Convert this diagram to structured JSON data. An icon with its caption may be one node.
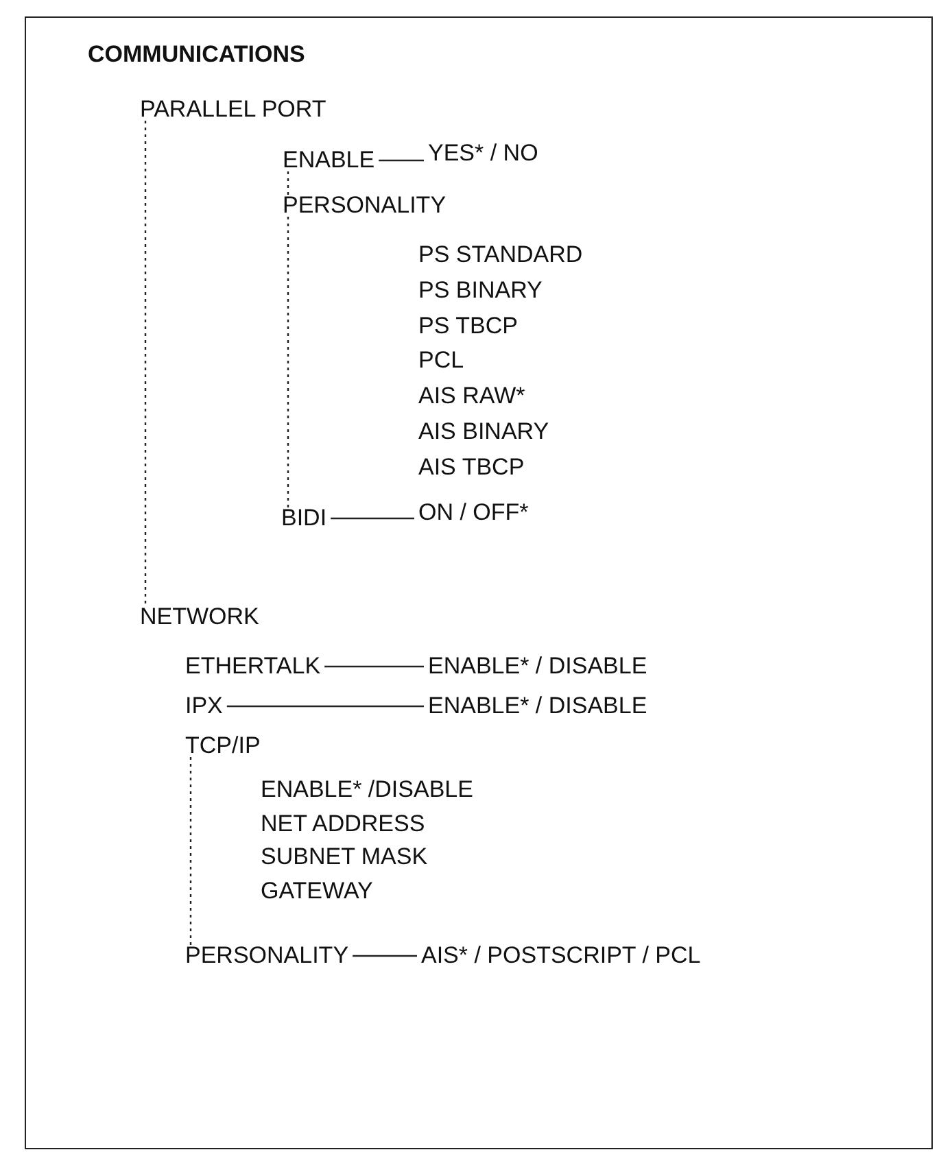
{
  "diagram": {
    "title": "COMMUNICATIONS",
    "nodes": [
      {
        "text": [
          "PARALLEL PORT"
        ]
      },
      {
        "text": [
          "ENABLE"
        ]
      },
      {
        "text": [
          "YES* / NO"
        ]
      },
      {
        "text": [
          "PERSONALITY"
        ]
      },
      {
        "text": [
          "BIDI"
        ]
      },
      {
        "text": [
          "ON / OFF*"
        ]
      },
      {
        "text": [
          "NETWORK"
        ]
      },
      {
        "text": [
          "ETHERTALK"
        ]
      },
      {
        "text": [
          "ENABLE* / DISABLE"
        ]
      },
      {
        "text": [
          "IPX"
        ]
      },
      {
        "text": [
          "ENABLE* / DISABLE"
        ]
      },
      {
        "text": [
          "TCP/IP"
        ]
      },
      {
        "text": [
          "PERSONALITY"
        ]
      },
      {
        "text": [
          "AIS* / POSTSCRIPT / PCL"
        ]
      }
    ],
    "edges": [
      {
        "from": 0,
        "to": 6,
        "arrow": "none",
        "style": "dashed"
      },
      {
        "from": 1,
        "to": 2,
        "arrow": "none"
      },
      {
        "from": 1,
        "to": 3,
        "arrow": "none",
        "style": "dashed"
      },
      {
        "from": 3,
        "to": 4,
        "arrow": "none",
        "style": "dashed"
      },
      {
        "from": 4,
        "to": 5,
        "arrow": "none"
      },
      {
        "from": 7,
        "to": 8,
        "arrow": "none"
      },
      {
        "from": 9,
        "to": 10,
        "arrow": "none"
      },
      {
        "from": 11,
        "to": 12,
        "arrow": "none",
        "style": "dashed"
      },
      {
        "from": 12,
        "to": 13,
        "arrow": "none"
      }
    ],
    "labels": [
      "PS STANDARD",
      "PS BINARY",
      "PS TBCP",
      "PCL",
      "AIS RAW*",
      "AIS BINARY",
      "AIS TBCP",
      "ENABLE* /DISABLE",
      "NET ADDRESS",
      "SUBNET MASK",
      "GATEWAY"
    ]
  }
}
